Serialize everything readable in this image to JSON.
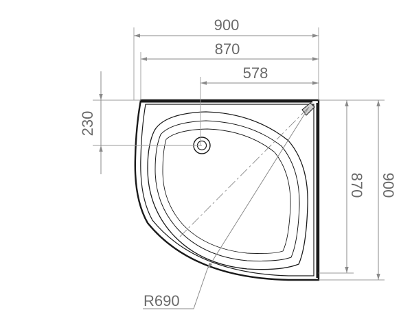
{
  "dimensions": {
    "overall_width": "900",
    "inner_width": "870",
    "drain_offset": "578",
    "drain_depth": "230",
    "inner_height": "870",
    "overall_height": "900",
    "radius": "R690"
  },
  "colors": {
    "outline": "#1a1a1a",
    "dimension": "#6a6a6a"
  }
}
